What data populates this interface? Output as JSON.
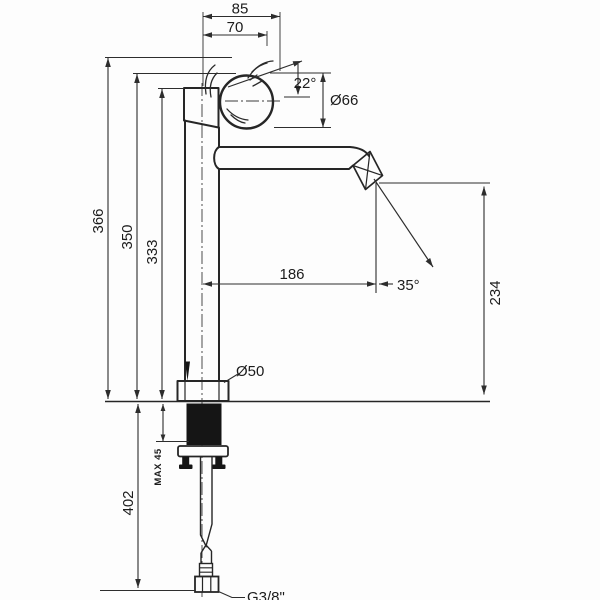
{
  "drawing": {
    "background": "#fdfdfd",
    "ink_color": "#2d2d2d",
    "dimensions": {
      "overall_top_width": "85",
      "handle_top_width": "70",
      "handle_tilt_angle": "22°",
      "handle_diameter": "Ø66",
      "height_total": "366",
      "height_handle_top": "350",
      "height_body_top": "333",
      "spout_reach": "186",
      "outlet_angle": "35°",
      "spout_to_deck_height": "234",
      "base_diameter": "Ø50",
      "max_deck_thickness": "MAX 45",
      "under_deck_length": "402",
      "supply_thread": "G3/8\""
    }
  }
}
